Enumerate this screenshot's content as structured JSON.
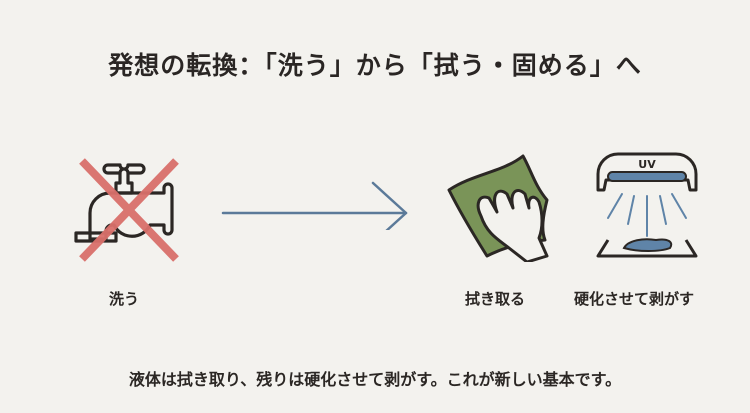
{
  "title": "発想の転換：「洗う」から「拭う・固める」へ",
  "items": [
    {
      "id": "wash",
      "label": "洗う",
      "icon": "faucet-crossed-out-icon",
      "status": "rejected"
    },
    {
      "id": "wipe",
      "label": "拭き取る",
      "icon": "hand-wiping-cloth-icon"
    },
    {
      "id": "cure",
      "label": "硬化させて剥がす",
      "icon": "uv-lamp-icon",
      "lamp_text": "UV"
    }
  ],
  "arrow": {
    "icon": "arrow-right-icon"
  },
  "footer": "液体は拭き取り、残りは硬化させて剥がす。これが新しい基本です。",
  "colors": {
    "background": "#f3f2ee",
    "text": "#2b2724",
    "cross": "#d9706b",
    "arrow": "#5b7a99",
    "cloth": "#7a9458",
    "uv_blue": "#5f84a8"
  }
}
